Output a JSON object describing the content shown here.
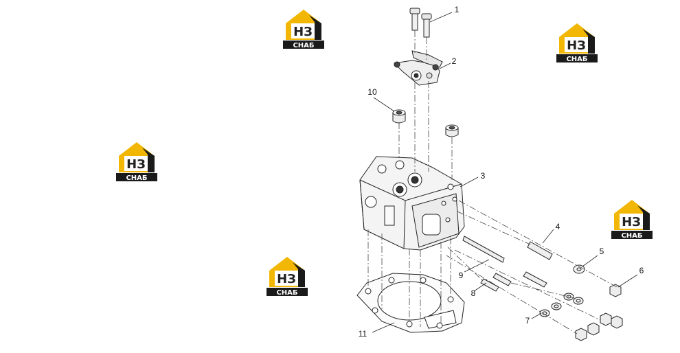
{
  "watermark": {
    "logo_main": "НЗ",
    "logo_sub": "СНАБ",
    "colors": {
      "house": "#f2b705",
      "house_dark": "#1a1a1a",
      "text_dark": "#222222"
    }
  },
  "diagram": {
    "callouts": [
      {
        "id": "1",
        "label": "1"
      },
      {
        "id": "2",
        "label": "2"
      },
      {
        "id": "3",
        "label": "3"
      },
      {
        "id": "4",
        "label": "4"
      },
      {
        "id": "5",
        "label": "5"
      },
      {
        "id": "6",
        "label": "6"
      },
      {
        "id": "7",
        "label": "7"
      },
      {
        "id": "8",
        "label": "8"
      },
      {
        "id": "9",
        "label": "9"
      },
      {
        "id": "10",
        "label": "10"
      },
      {
        "id": "11",
        "label": "11"
      }
    ]
  }
}
